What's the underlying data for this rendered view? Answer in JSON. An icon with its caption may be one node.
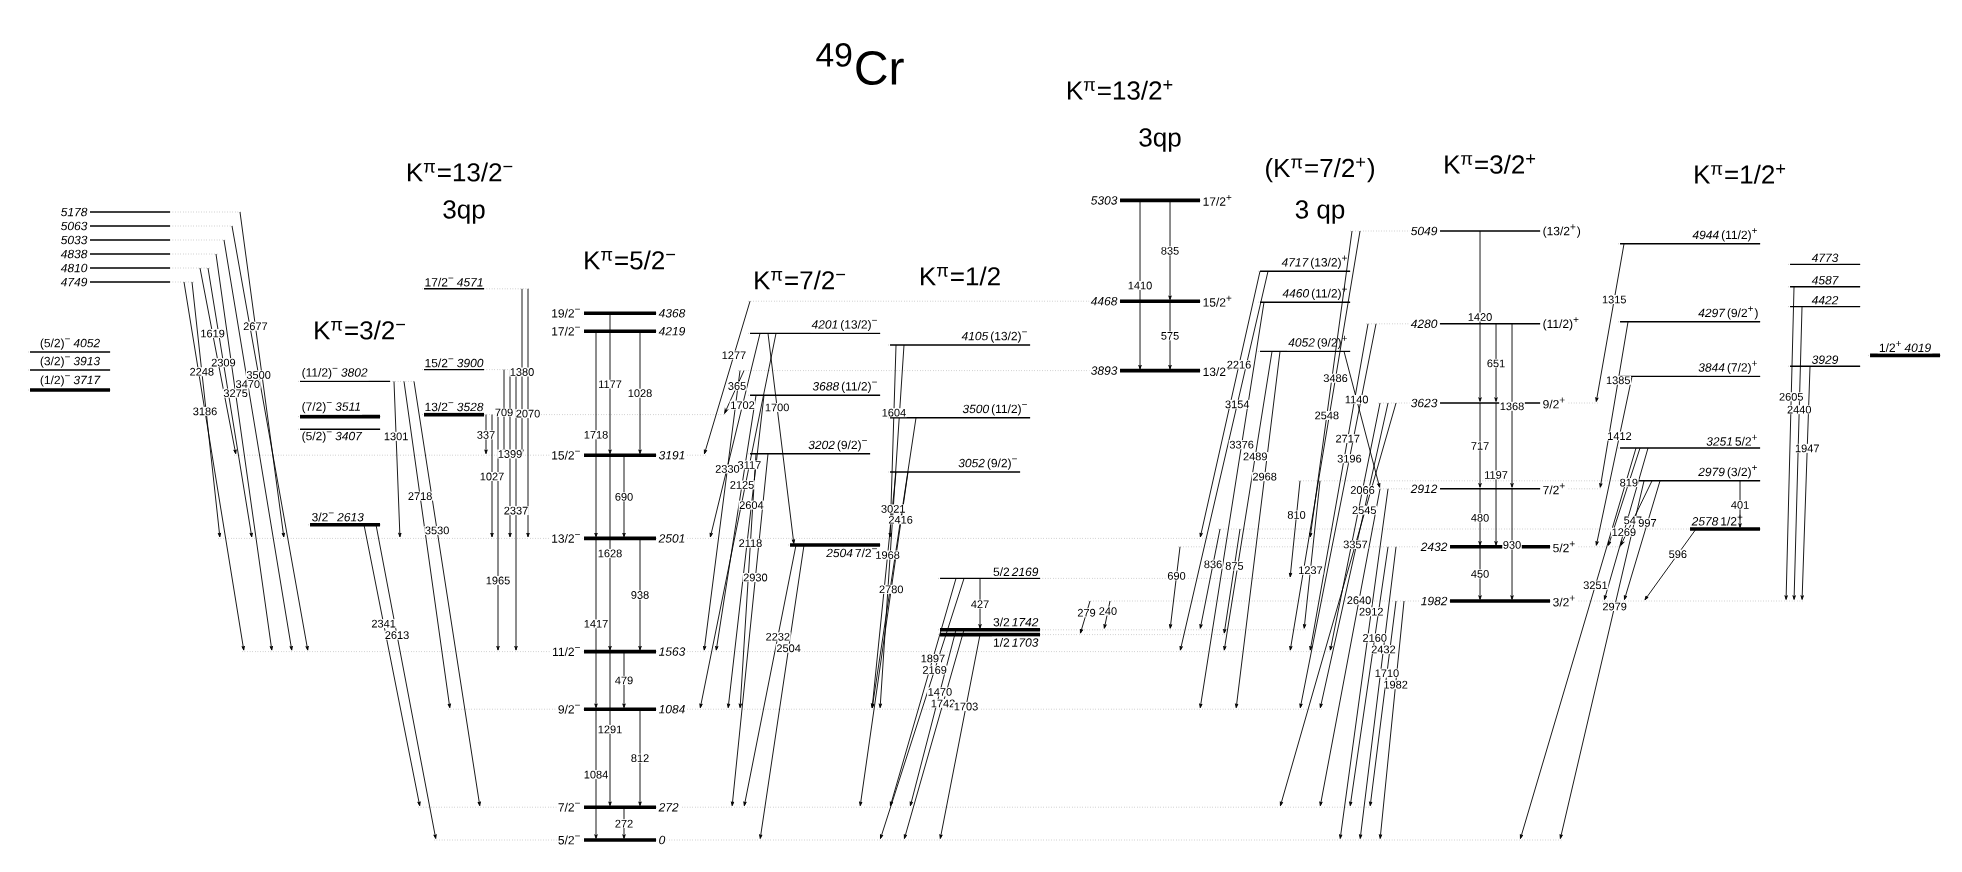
{
  "diagram": {
    "title": "$^{49}$Cr",
    "nodes": [
      {
        "text": [
          "5178"
        ]
      },
      {
        "text": [
          "5063"
        ]
      },
      {
        "text": [
          "5033"
        ]
      },
      {
        "text": [
          "4838"
        ]
      },
      {
        "text": [
          "4810"
        ]
      },
      {
        "text": [
          "4749"
        ]
      },
      {
        "text": [
          "(5/2)$^{−}$",
          "4052"
        ]
      },
      {
        "text": [
          "(3/2)$^{−}$",
          "3913"
        ]
      },
      {
        "text": [
          "(1/2)$^{−}$",
          "3717"
        ]
      },
      {
        "text": [
          "(11/2)$^{−}$",
          "3802"
        ]
      },
      {
        "text": [
          "(7/2)$^{−}$",
          "3511"
        ]
      },
      {
        "text": [
          "(5/2)$^{−}$",
          "3407"
        ]
      },
      {
        "text": [
          "3/2$^{−}$",
          "2613"
        ]
      },
      {
        "text": [
          "17/2$^{−}$",
          "4571"
        ]
      },
      {
        "text": [
          "15/2$^{−}$",
          "3900"
        ]
      },
      {
        "text": [
          "13/2$^{−}$",
          "3528"
        ]
      },
      {
        "text": [
          "5/2$^{−}$",
          "0"
        ]
      },
      {
        "text": [
          "7/2$^{−}$",
          "272"
        ]
      },
      {
        "text": [
          "9/2$^{−}$",
          "1084"
        ]
      },
      {
        "text": [
          "11/2$^{−}$",
          "1563"
        ]
      },
      {
        "text": [
          "13/2$^{−}$",
          "2501"
        ]
      },
      {
        "text": [
          "15/2$^{−}$",
          "3191"
        ]
      },
      {
        "text": [
          "17/2$^{−}$",
          "4219"
        ]
      },
      {
        "text": [
          "19/2$^{−}$",
          "4368"
        ]
      },
      {
        "text": [
          "4201",
          "(13/2)$^{−}$"
        ]
      },
      {
        "text": [
          "3688",
          "(11/2)$^{−}$"
        ]
      },
      {
        "text": [
          "3202",
          "(9/2)$^{−}$"
        ]
      },
      {
        "text": [
          "2504",
          "7/2$^{−}$"
        ]
      },
      {
        "text": [
          "4105",
          "(13/2)$^{−}$"
        ]
      },
      {
        "text": [
          "3500",
          "(11/2)$^{−}$"
        ]
      },
      {
        "text": [
          "3052",
          "(9/2)$^{−}$"
        ]
      },
      {
        "text": [
          "5/2",
          "2169"
        ]
      },
      {
        "text": [
          "3/2",
          "1742"
        ]
      },
      {
        "text": [
          "1/2",
          "1703"
        ]
      },
      {
        "text": [
          "5303",
          "17/2$^{+}$"
        ]
      },
      {
        "text": [
          "4468",
          "15/2$^{+}$"
        ]
      },
      {
        "text": [
          "3893",
          "13/2$^{+}$"
        ]
      },
      {
        "text": [
          "4717",
          "(13/2)$^{+}$"
        ]
      },
      {
        "text": [
          "4460",
          "(11/2)$^{+}$"
        ]
      },
      {
        "text": [
          "4052",
          "(9/2)$^{+}$"
        ]
      },
      {
        "text": [
          "1982",
          "3/2$^{+}$"
        ]
      },
      {
        "text": [
          "2432",
          "5/2$^{+}$"
        ]
      },
      {
        "text": [
          "2912",
          "7/2$^{+}$"
        ]
      },
      {
        "text": [
          "3623",
          "9/2$^{+}$"
        ]
      },
      {
        "text": [
          "4280",
          "(11/2)$^{+}$"
        ]
      },
      {
        "text": [
          "5049",
          "(13/2$^{+}$)"
        ]
      },
      {
        "text": [
          "4944",
          "(11/2)$^{+}$"
        ]
      },
      {
        "text": [
          "4297",
          "(9/2$^{+}$)"
        ]
      },
      {
        "text": [
          "3844",
          "(7/2)$^{+}$"
        ]
      },
      {
        "text": [
          "3251",
          "5/2$^{+}$"
        ]
      },
      {
        "text": [
          "2979",
          "(3/2)$^{+}$"
        ]
      },
      {
        "text": [
          "2578",
          "1/2$^{+}$"
        ]
      },
      {
        "text": [
          "4773"
        ]
      },
      {
        "text": [
          "4587"
        ]
      },
      {
        "text": [
          "4422"
        ]
      },
      {
        "text": [
          "3929"
        ]
      },
      {
        "text": [
          "1/2$^{+}$",
          "4019"
        ]
      }
    ],
    "edges": [
      {
        "from": 5,
        "to": 19,
        "label": "3186",
        "arrow": "to"
      },
      {
        "from": 5,
        "to": 20,
        "label": "2248",
        "arrow": "to"
      },
      {
        "from": 4,
        "to": 21,
        "label": "1619",
        "arrow": "to"
      },
      {
        "from": 4,
        "to": 20,
        "label": "2309",
        "arrow": "to"
      },
      {
        "from": 3,
        "to": 19,
        "label": "3275",
        "arrow": "to"
      },
      {
        "from": 0,
        "to": 20,
        "label": "2677",
        "arrow": "to"
      },
      {
        "from": 2,
        "to": 19,
        "label": "3470",
        "arrow": "to"
      },
      {
        "from": 1,
        "to": 19,
        "label": "3500",
        "arrow": "to"
      },
      {
        "from": 9,
        "to": 20,
        "label": "1301",
        "arrow": "to"
      },
      {
        "from": 9,
        "to": 18,
        "label": "2718",
        "arrow": "to"
      },
      {
        "from": 9,
        "to": 17,
        "label": "3530",
        "arrow": "to"
      },
      {
        "from": 12,
        "to": 17,
        "label": "2341",
        "arrow": "to"
      },
      {
        "from": 12,
        "to": 16,
        "label": "2613",
        "arrow": "to"
      },
      {
        "from": 13,
        "to": 21,
        "label": "1380",
        "arrow": "to"
      },
      {
        "from": 14,
        "to": 21,
        "label": "709",
        "arrow": "to"
      },
      {
        "from": 15,
        "to": 21,
        "label": "337",
        "arrow": "to"
      },
      {
        "from": 13,
        "to": 20,
        "label": "2070",
        "arrow": "to"
      },
      {
        "from": 14,
        "to": 20,
        "label": "1399",
        "arrow": "to"
      },
      {
        "from": 15,
        "to": 20,
        "label": "1027",
        "arrow": "to"
      },
      {
        "from": 14,
        "to": 19,
        "label": "2337",
        "arrow": "to"
      },
      {
        "from": 15,
        "to": 19,
        "label": "1965",
        "arrow": "to"
      },
      {
        "from": 17,
        "to": 16,
        "label": "272",
        "arrow": "to"
      },
      {
        "from": 18,
        "to": 16,
        "label": "1084",
        "arrow": "to"
      },
      {
        "from": 18,
        "to": 17,
        "label": "812",
        "arrow": "to"
      },
      {
        "from": 19,
        "to": 17,
        "label": "1291",
        "arrow": "to"
      },
      {
        "from": 19,
        "to": 18,
        "label": "479",
        "arrow": "to"
      },
      {
        "from": 20,
        "to": 18,
        "label": "1417",
        "arrow": "to"
      },
      {
        "from": 20,
        "to": 19,
        "label": "938",
        "arrow": "to"
      },
      {
        "from": 21,
        "to": 19,
        "label": "1628",
        "arrow": "to"
      },
      {
        "from": 21,
        "to": 20,
        "label": "690",
        "arrow": "to"
      },
      {
        "from": 22,
        "to": 20,
        "label": "1718",
        "arrow": "to"
      },
      {
        "from": 22,
        "to": 21,
        "label": "1028",
        "arrow": "to"
      },
      {
        "from": 23,
        "to": 21,
        "label": "1177",
        "arrow": "to"
      },
      {
        "from": 35,
        "to": 21,
        "label": "1277",
        "arrow": "to"
      },
      {
        "from": 36,
        "to": 15,
        "label": "365",
        "arrow": "to"
      },
      {
        "from": 24,
        "to": 20,
        "label": "1702",
        "arrow": "to"
      },
      {
        "from": 24,
        "to": 27,
        "label": "1700",
        "arrow": "to"
      },
      {
        "from": 24,
        "to": 18,
        "label": "3117",
        "arrow": "to"
      },
      {
        "from": 25,
        "to": 19,
        "label": "2125",
        "arrow": "to"
      },
      {
        "from": 25,
        "to": 18,
        "label": "2604",
        "arrow": "to"
      },
      {
        "from": 36,
        "to": 19,
        "label": "2330",
        "arrow": "to"
      },
      {
        "from": 26,
        "to": 18,
        "label": "2118",
        "arrow": "to"
      },
      {
        "from": 26,
        "to": 17,
        "label": "2930",
        "arrow": "to"
      },
      {
        "from": 27,
        "to": 17,
        "label": "2232",
        "arrow": "to"
      },
      {
        "from": 27,
        "to": 16,
        "label": "2504",
        "arrow": "to"
      },
      {
        "from": 28,
        "to": 20,
        "label": "1604",
        "arrow": "to"
      },
      {
        "from": 28,
        "to": 18,
        "label": "3021",
        "arrow": "to"
      },
      {
        "from": 29,
        "to": 18,
        "label": "2416",
        "arrow": "to"
      },
      {
        "from": 30,
        "to": 18,
        "label": "1968",
        "arrow": "to"
      },
      {
        "from": 30,
        "to": 17,
        "label": "2780",
        "arrow": "to"
      },
      {
        "from": 31,
        "to": 17,
        "label": "1897",
        "arrow": "to"
      },
      {
        "from": 31,
        "to": 16,
        "label": "2169",
        "arrow": "to"
      },
      {
        "from": 31,
        "to": 32,
        "label": "427",
        "arrow": "to"
      },
      {
        "from": 32,
        "to": 17,
        "label": "1470",
        "arrow": "to"
      },
      {
        "from": 32,
        "to": 16,
        "label": "1742",
        "arrow": "to"
      },
      {
        "from": 33,
        "to": 16,
        "label": "1703",
        "arrow": "to"
      },
      {
        "from": 40,
        "to": 33,
        "label": "279",
        "arrow": "to"
      },
      {
        "from": 40,
        "to": 32,
        "label": "240",
        "arrow": "to"
      },
      {
        "from": 34,
        "to": 36,
        "label": "1410",
        "arrow": "to"
      },
      {
        "from": 34,
        "to": 35,
        "label": "835",
        "arrow": "to"
      },
      {
        "from": 35,
        "to": 36,
        "label": "575",
        "arrow": "to"
      },
      {
        "from": 37,
        "to": 20,
        "label": "2216",
        "arrow": "to"
      },
      {
        "from": 37,
        "to": 19,
        "label": "3154",
        "arrow": "to"
      },
      {
        "from": 38,
        "to": 18,
        "label": "3376",
        "arrow": "to"
      },
      {
        "from": 39,
        "to": 19,
        "label": "2489",
        "arrow": "to"
      },
      {
        "from": 39,
        "to": 18,
        "label": "2968",
        "arrow": "to"
      },
      {
        "from": 39,
        "to": 42,
        "label": "1140",
        "arrow": "to"
      },
      {
        "from": 50,
        "to": 31,
        "label": "810",
        "arrow": "to"
      },
      {
        "from": 50,
        "to": 32,
        "label": "1237",
        "arrow": "to"
      },
      {
        "from": 51,
        "to": 32,
        "label": "836",
        "arrow": "to"
      },
      {
        "from": 51,
        "to": 33,
        "label": "875",
        "arrow": "to"
      },
      {
        "from": 41,
        "to": 32,
        "label": "690",
        "arrow": "to"
      },
      {
        "from": 45,
        "to": 43,
        "label": "1420",
        "arrow": "to"
      },
      {
        "from": 44,
        "to": 43,
        "label": "651",
        "arrow": "to"
      },
      {
        "from": 44,
        "to": 42,
        "label": "1368",
        "arrow": "to"
      },
      {
        "from": 43,
        "to": 42,
        "label": "717",
        "arrow": "to"
      },
      {
        "from": 43,
        "to": 41,
        "label": "1197",
        "arrow": "to"
      },
      {
        "from": 42,
        "to": 41,
        "label": "480",
        "arrow": "to"
      },
      {
        "from": 42,
        "to": 40,
        "label": "930",
        "arrow": "to"
      },
      {
        "from": 41,
        "to": 40,
        "label": "450",
        "arrow": "to"
      },
      {
        "from": 45,
        "to": 20,
        "label": "2548",
        "arrow": "to"
      },
      {
        "from": 45,
        "to": 19,
        "label": "3486",
        "arrow": "to"
      },
      {
        "from": 44,
        "to": 19,
        "label": "2717",
        "arrow": "to"
      },
      {
        "from": 44,
        "to": 18,
        "label": "3196",
        "arrow": "to"
      },
      {
        "from": 43,
        "to": 19,
        "label": "2066",
        "arrow": "to"
      },
      {
        "from": 43,
        "to": 18,
        "label": "2545",
        "arrow": "to"
      },
      {
        "from": 43,
        "to": 17,
        "label": "3357",
        "arrow": "to"
      },
      {
        "from": 42,
        "to": 17,
        "label": "2640",
        "arrow": "to"
      },
      {
        "from": 42,
        "to": 16,
        "label": "2912",
        "arrow": "to"
      },
      {
        "from": 41,
        "to": 17,
        "label": "2160",
        "arrow": "to"
      },
      {
        "from": 41,
        "to": 16,
        "label": "2432",
        "arrow": "to"
      },
      {
        "from": 40,
        "to": 17,
        "label": "1710",
        "arrow": "to"
      },
      {
        "from": 40,
        "to": 16,
        "label": "1982",
        "arrow": "to"
      },
      {
        "from": 46,
        "to": 43,
        "label": "1315",
        "arrow": "to"
      },
      {
        "from": 47,
        "to": 42,
        "label": "1385",
        "arrow": "to"
      },
      {
        "from": 48,
        "to": 41,
        "label": "1412",
        "arrow": "to"
      },
      {
        "from": 49,
        "to": 41,
        "label": "819",
        "arrow": "to"
      },
      {
        "from": 49,
        "to": 40,
        "label": "1269",
        "arrow": "to"
      },
      {
        "from": 49,
        "to": 16,
        "label": "3251",
        "arrow": "to"
      },
      {
        "from": 50,
        "to": 41,
        "label": "547",
        "arrow": "to"
      },
      {
        "from": 50,
        "to": 40,
        "label": "997",
        "arrow": "to"
      },
      {
        "from": 50,
        "to": 16,
        "label": "2979",
        "arrow": "to"
      },
      {
        "from": 50,
        "to": 51,
        "label": "401",
        "arrow": "to"
      },
      {
        "from": 51,
        "to": 40,
        "label": "596",
        "arrow": "to"
      },
      {
        "from": 53,
        "to": 40,
        "label": "2605",
        "arrow": "to"
      },
      {
        "from": 54,
        "to": 40,
        "label": "2440",
        "arrow": "to"
      },
      {
        "from": 55,
        "to": 40,
        "label": "1947",
        "arrow": "to"
      }
    ],
    "labels": [
      "K$^{π}$=13/2$^{−}$",
      "3qp",
      "K$^{π}$=5/2$^{−}$",
      "K$^{π}$=3/2$^{−}$",
      "K$^{π}$=7/2$^{−}$",
      "K$^{π}$=1/2",
      "K$^{π}$=13/2$^{+}$",
      "3qp",
      "(K$^{π}$=7/2$^{+}$)",
      "3 qp",
      "K$^{π}$=3/2$^{+}$",
      "K$^{π}$=1/2$^{+}$"
    ]
  }
}
